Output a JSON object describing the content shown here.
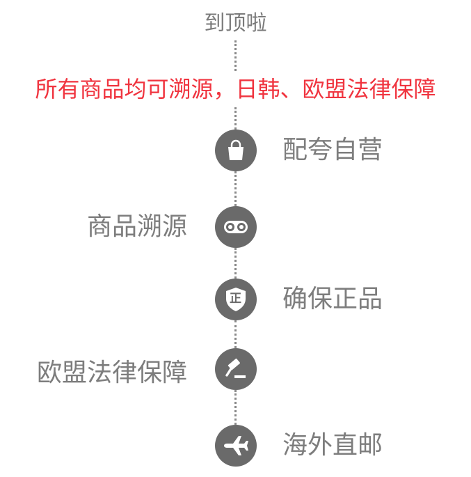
{
  "top_label": "到顶啦",
  "tagline": "所有商品均可溯源，日韩、欧盟法律保障",
  "features": [
    {
      "label": "配夸自营",
      "icon": "shopping-bag-icon",
      "side": "right"
    },
    {
      "label": "商品溯源",
      "icon": "binoculars-icon",
      "side": "left"
    },
    {
      "label": "确保正品",
      "icon": "authentic-shield-icon",
      "side": "right",
      "icon_text": "正"
    },
    {
      "label": "欧盟法律保障",
      "icon": "gavel-icon",
      "side": "left"
    },
    {
      "label": "海外直邮",
      "icon": "airplane-icon",
      "side": "right"
    }
  ],
  "colors": {
    "accent": "#f0343f",
    "node": "#6a6a6a",
    "text": "#7d7d7d"
  }
}
